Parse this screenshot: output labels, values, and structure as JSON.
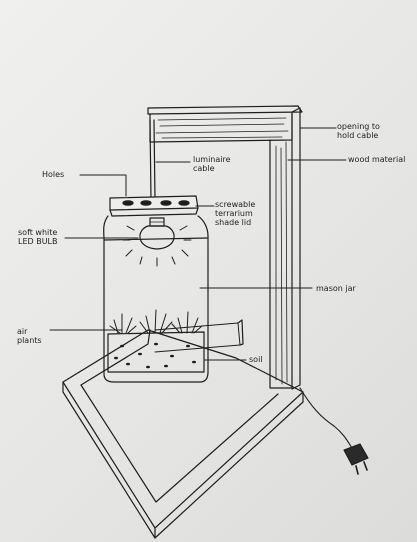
{
  "diagram": {
    "labels": {
      "opening": [
        "opening to",
        "hold cable"
      ],
      "wood": "wood material",
      "holes": "Holes",
      "cable": [
        "luminaire",
        "cable"
      ],
      "lid": [
        "screwable",
        "terrarium",
        "shade lid"
      ],
      "bulb": [
        "soft white",
        "LED BULB"
      ],
      "jar": "mason jar",
      "plants": [
        "air",
        "plants"
      ],
      "soil": "soil"
    },
    "ink_color": "#1e1e1e",
    "paper_color": "#ececea"
  }
}
